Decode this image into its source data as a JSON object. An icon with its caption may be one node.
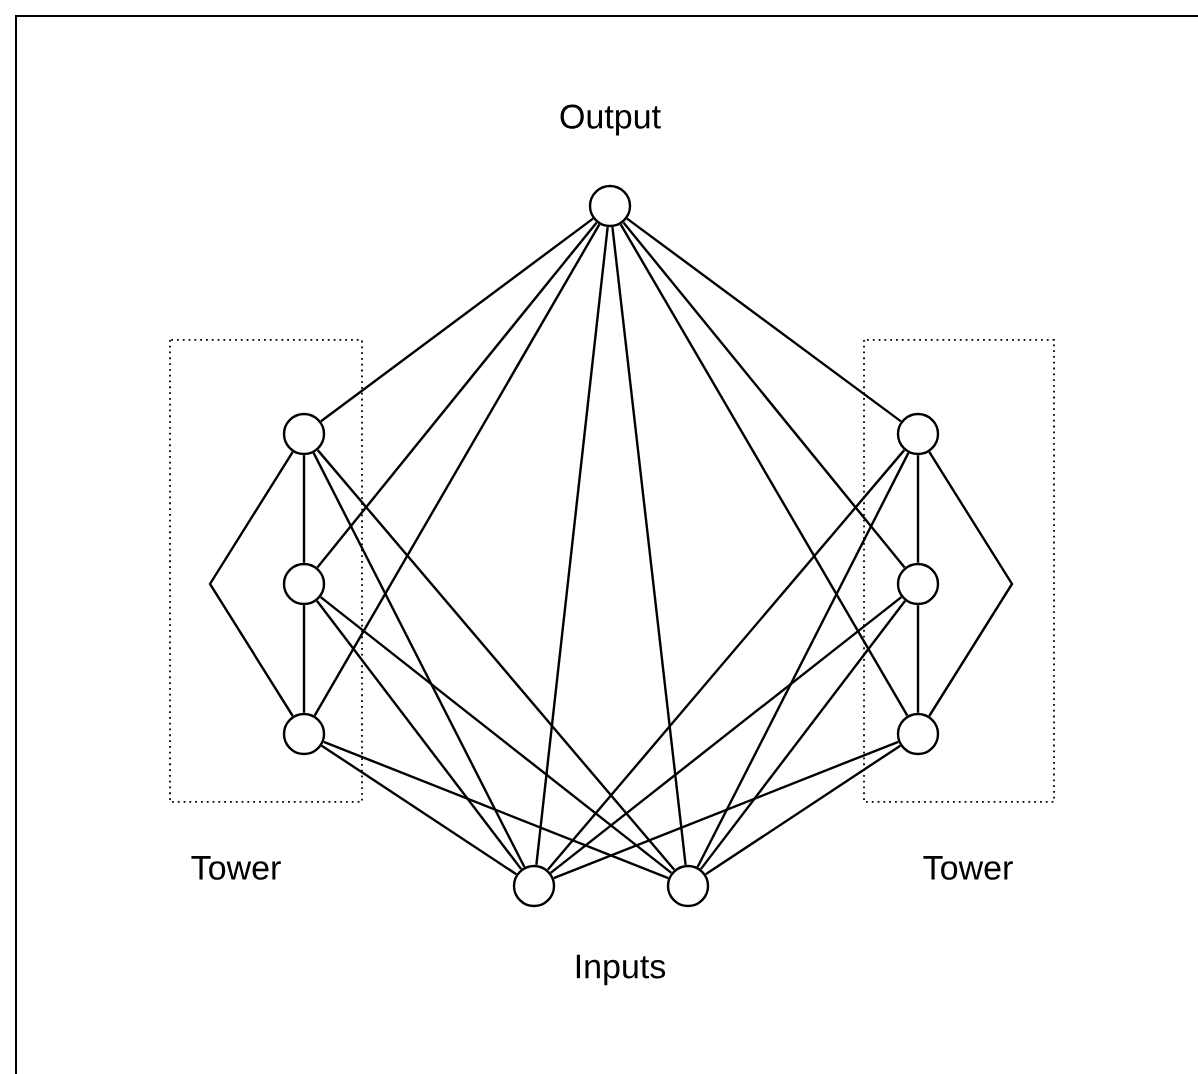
{
  "diagram": {
    "nodes": [
      {
        "text": [],
        "shape": "circle",
        "beside": [
          "Output"
        ]
      },
      {
        "text": [
          "Tower"
        ]
      },
      {
        "text": [],
        "shape": "circle",
        "in": 1
      },
      {
        "text": [],
        "shape": "circle",
        "in": 1
      },
      {
        "text": [],
        "shape": "circle",
        "in": 1
      },
      {
        "text": [
          "Tower"
        ]
      },
      {
        "text": [],
        "shape": "circle",
        "in": 5
      },
      {
        "text": [],
        "shape": "circle",
        "in": 5
      },
      {
        "text": [],
        "shape": "circle",
        "in": 5
      },
      {
        "text": [],
        "shape": "circle"
      },
      {
        "text": [],
        "shape": "circle"
      }
    ],
    "edges": [
      {
        "from": 0,
        "to": 2,
        "arrow": "none"
      },
      {
        "from": 0,
        "to": 3,
        "arrow": "none"
      },
      {
        "from": 0,
        "to": 4,
        "arrow": "none"
      },
      {
        "from": 0,
        "to": 9,
        "arrow": "none"
      },
      {
        "from": 0,
        "to": 10,
        "arrow": "none"
      },
      {
        "from": 0,
        "to": 8,
        "arrow": "none"
      },
      {
        "from": 0,
        "to": 7,
        "arrow": "none"
      },
      {
        "from": 0,
        "to": 6,
        "arrow": "none"
      },
      {
        "from": 2,
        "to": 3,
        "arrow": "none"
      },
      {
        "from": 3,
        "to": 4,
        "arrow": "none"
      },
      {
        "from": 2,
        "to": 4,
        "arrow": "none"
      },
      {
        "from": 2,
        "to": 9,
        "arrow": "none"
      },
      {
        "from": 2,
        "to": 10,
        "arrow": "none"
      },
      {
        "from": 3,
        "to": 9,
        "arrow": "none"
      },
      {
        "from": 3,
        "to": 10,
        "arrow": "none"
      },
      {
        "from": 4,
        "to": 9,
        "arrow": "none"
      },
      {
        "from": 4,
        "to": 10,
        "arrow": "none"
      },
      {
        "from": 6,
        "to": 7,
        "arrow": "none"
      },
      {
        "from": 7,
        "to": 8,
        "arrow": "none"
      },
      {
        "from": 6,
        "to": 8,
        "arrow": "none"
      },
      {
        "from": 6,
        "to": 9,
        "arrow": "none"
      },
      {
        "from": 6,
        "to": 10,
        "arrow": "none"
      },
      {
        "from": 7,
        "to": 9,
        "arrow": "none"
      },
      {
        "from": 7,
        "to": 10,
        "arrow": "none"
      },
      {
        "from": 8,
        "to": 9,
        "arrow": "none"
      },
      {
        "from": 8,
        "to": 10,
        "arrow": "none"
      }
    ],
    "labels": [
      "Inputs"
    ]
  }
}
